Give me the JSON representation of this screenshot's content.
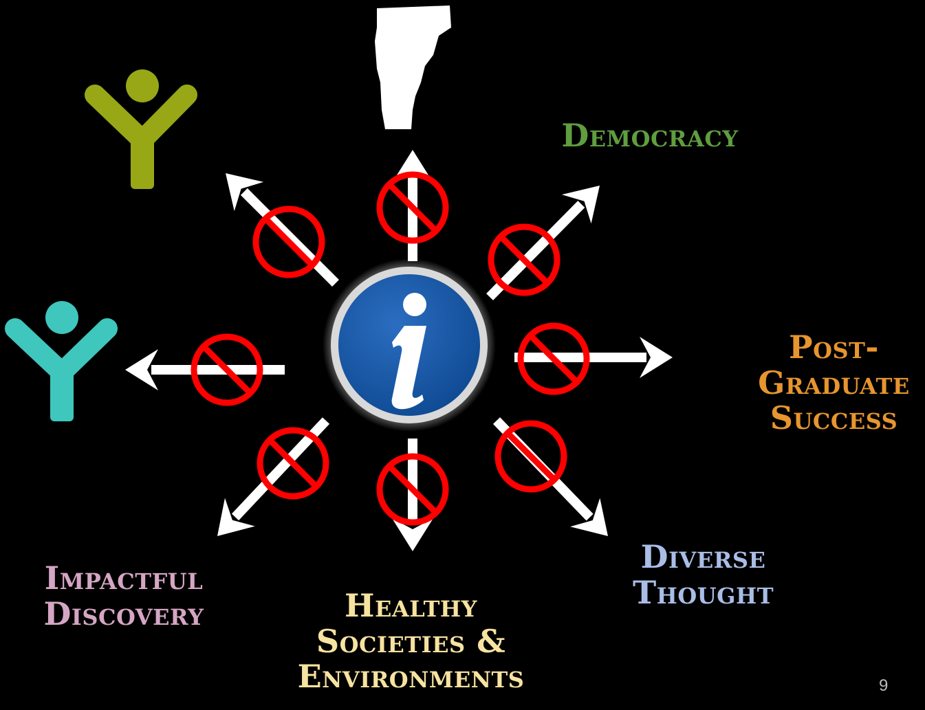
{
  "labels": {
    "democracy": "Democracy",
    "post_graduate": "Post-\nGraduate\nSuccess",
    "diverse_thought": "Diverse\nThought",
    "healthy": "Healthy\nSocieties &\nEnvironments",
    "impactful": "Impactful\nDiscovery"
  },
  "page_number": "9",
  "colors": {
    "background": "#000000",
    "arrow": "#ffffff",
    "prohibition": "#ff0000",
    "info_circle": "#1b5aa8",
    "democracy": "#5f9e3f",
    "post_graduate": "#e7952f",
    "diverse_thought": "#a9bde6",
    "healthy": "#f7e3a0",
    "impactful": "#d5a6c4",
    "person_olive": "#98a716",
    "person_teal": "#3fc6bd"
  },
  "icons": {
    "center": "info-icon",
    "top": "vermont-state-icon",
    "person_top_left": "person-olive-icon",
    "person_left": "person-teal-icon"
  }
}
